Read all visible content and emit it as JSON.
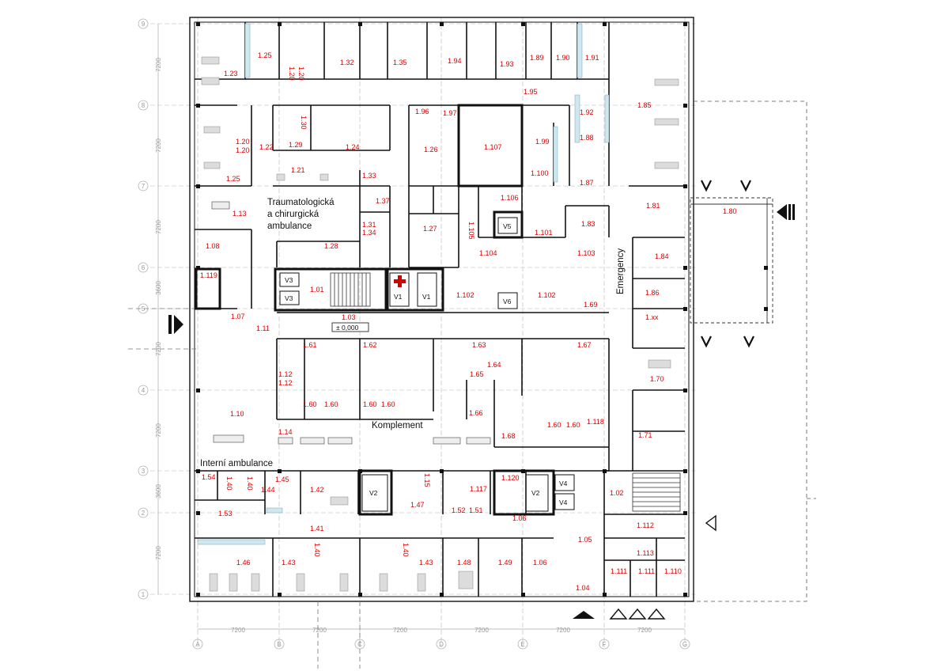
{
  "grid": {
    "rows": [
      "9",
      "8",
      "7",
      "6",
      "5",
      "4",
      "3",
      "2",
      "1"
    ],
    "cols": [
      "A",
      "B",
      "C",
      "D",
      "E",
      "F",
      "G"
    ],
    "row_dims": [
      "7200",
      "7200",
      "7200",
      "3600",
      "7200",
      "7200",
      "3600",
      "7200"
    ],
    "col_dims": [
      "7200",
      "7200",
      "7200",
      "7200",
      "7200",
      "7200"
    ]
  },
  "zones": {
    "trauma_1": "Traumatologická",
    "trauma_2": "a chirurgická",
    "trauma_3": "ambulance",
    "komplement": "Komplement",
    "interni": "Interní ambulance",
    "emergency": "Emergency"
  },
  "level_mark": "± 0,000",
  "rooms": [
    {
      "id": "r1",
      "label": "1.23"
    },
    {
      "id": "r2",
      "label": "1.25"
    },
    {
      "id": "r3",
      "label": "1.20"
    },
    {
      "id": "r4",
      "label": "1.20"
    },
    {
      "id": "r5",
      "label": "1.32"
    },
    {
      "id": "r6",
      "label": "1.35"
    },
    {
      "id": "r7",
      "label": "1.94"
    },
    {
      "id": "r8",
      "label": "1.93"
    },
    {
      "id": "r9",
      "label": "1.89"
    },
    {
      "id": "r10",
      "label": "1.90"
    },
    {
      "id": "r11",
      "label": "1.91"
    },
    {
      "id": "r12",
      "label": "1.95"
    },
    {
      "id": "r13",
      "label": "1.96"
    },
    {
      "id": "r14",
      "label": "1.97"
    },
    {
      "id": "r15",
      "label": "1.85"
    },
    {
      "id": "r16",
      "label": "1.92"
    },
    {
      "id": "r17",
      "label": "1.30"
    },
    {
      "id": "r18",
      "label": "1.20"
    },
    {
      "id": "r19",
      "label": "1.20"
    },
    {
      "id": "r20",
      "label": "1.22"
    },
    {
      "id": "r21",
      "label": "1.29"
    },
    {
      "id": "r22",
      "label": "1.24"
    },
    {
      "id": "r23",
      "label": "1.26"
    },
    {
      "id": "r24",
      "label": "1.107"
    },
    {
      "id": "r25",
      "label": "1.99"
    },
    {
      "id": "r26",
      "label": "1.88"
    },
    {
      "id": "r27",
      "label": "1.25"
    },
    {
      "id": "r28",
      "label": "1.21"
    },
    {
      "id": "r29",
      "label": "1.33"
    },
    {
      "id": "r30",
      "label": "1.100"
    },
    {
      "id": "r31",
      "label": "1.87"
    },
    {
      "id": "r32",
      "label": "1.13"
    },
    {
      "id": "r33",
      "label": "1.37"
    },
    {
      "id": "r34",
      "label": "1.106"
    },
    {
      "id": "r35",
      "label": "1.81"
    },
    {
      "id": "r36",
      "label": "1.80"
    },
    {
      "id": "r37",
      "label": "1.31"
    },
    {
      "id": "r38",
      "label": "1.34"
    },
    {
      "id": "r39",
      "label": "1.27"
    },
    {
      "id": "r40",
      "label": "1.105"
    },
    {
      "id": "r41",
      "label": "1.101"
    },
    {
      "id": "r42",
      "label": "1.83"
    },
    {
      "id": "r43",
      "label": "1.08"
    },
    {
      "id": "r44",
      "label": "1.28"
    },
    {
      "id": "r45",
      "label": "1.104"
    },
    {
      "id": "r46",
      "label": "1.103"
    },
    {
      "id": "r47",
      "label": "1.84"
    },
    {
      "id": "r48",
      "label": "1.119"
    },
    {
      "id": "r49",
      "label": "1.01"
    },
    {
      "id": "r50",
      "label": "1.102"
    },
    {
      "id": "r51",
      "label": "1.102"
    },
    {
      "id": "r52",
      "label": "1.86"
    },
    {
      "id": "r53",
      "label": "1.69"
    },
    {
      "id": "r54",
      "label": "1.07"
    },
    {
      "id": "r55",
      "label": "1.03"
    },
    {
      "id": "r56",
      "label": "1.xx"
    },
    {
      "id": "r57",
      "label": "1.11"
    },
    {
      "id": "r58",
      "label": "1.61"
    },
    {
      "id": "r59",
      "label": "1.62"
    },
    {
      "id": "r60",
      "label": "1.63"
    },
    {
      "id": "r61",
      "label": "1.67"
    },
    {
      "id": "r62",
      "label": "1.64"
    },
    {
      "id": "r63",
      "label": "1.12"
    },
    {
      "id": "r64",
      "label": "1.65"
    },
    {
      "id": "r65",
      "label": "1.12"
    },
    {
      "id": "r66",
      "label": "1.70"
    },
    {
      "id": "r67",
      "label": "1.60"
    },
    {
      "id": "r68",
      "label": "1.60"
    },
    {
      "id": "r69",
      "label": "1.60"
    },
    {
      "id": "r70",
      "label": "1.60"
    },
    {
      "id": "r71",
      "label": "1.66"
    },
    {
      "id": "r72",
      "label": "1.10"
    },
    {
      "id": "r73",
      "label": "1.60"
    },
    {
      "id": "r74",
      "label": "1.60"
    },
    {
      "id": "r75",
      "label": "1.118"
    },
    {
      "id": "r76",
      "label": "1.14"
    },
    {
      "id": "r77",
      "label": "1.68"
    },
    {
      "id": "r78",
      "label": "1.71"
    },
    {
      "id": "r79",
      "label": "1.54"
    },
    {
      "id": "r80",
      "label": "1.40"
    },
    {
      "id": "r81",
      "label": "1.40"
    },
    {
      "id": "r82",
      "label": "1.45"
    },
    {
      "id": "r83",
      "label": "1.15"
    },
    {
      "id": "r84",
      "label": "1.117"
    },
    {
      "id": "r85",
      "label": "1.120"
    },
    {
      "id": "r86",
      "label": "1.44"
    },
    {
      "id": "r87",
      "label": "1.42"
    },
    {
      "id": "r88",
      "label": "1.02"
    },
    {
      "id": "r89",
      "label": "1.47"
    },
    {
      "id": "r90",
      "label": "1.53"
    },
    {
      "id": "r91",
      "label": "1.52"
    },
    {
      "id": "r92",
      "label": "1.51"
    },
    {
      "id": "r93",
      "label": "1.06"
    },
    {
      "id": "r94",
      "label": "1.112"
    },
    {
      "id": "r95",
      "label": "1.41"
    },
    {
      "id": "r96",
      "label": "1.05"
    },
    {
      "id": "r97",
      "label": "1.40"
    },
    {
      "id": "r98",
      "label": "1.40"
    },
    {
      "id": "r99",
      "label": "1.113"
    },
    {
      "id": "r100",
      "label": "1.46"
    },
    {
      "id": "r101",
      "label": "1.43"
    },
    {
      "id": "r102",
      "label": "1.43"
    },
    {
      "id": "r103",
      "label": "1.48"
    },
    {
      "id": "r104",
      "label": "1.49"
    },
    {
      "id": "r105",
      "label": "1.06"
    },
    {
      "id": "r106",
      "label": "1.111"
    },
    {
      "id": "r107",
      "label": "1.111"
    },
    {
      "id": "r108",
      "label": "1.110"
    },
    {
      "id": "r109",
      "label": "1.04"
    }
  ],
  "lifts": [
    {
      "id": "l1",
      "label": "V3"
    },
    {
      "id": "l2",
      "label": "V3"
    },
    {
      "id": "l3",
      "label": "V1"
    },
    {
      "id": "l4",
      "label": "V1"
    },
    {
      "id": "l5",
      "label": "V5"
    },
    {
      "id": "l6",
      "label": "V6"
    },
    {
      "id": "l7",
      "label": "V2"
    },
    {
      "id": "l8",
      "label": "V2"
    },
    {
      "id": "l9",
      "label": "V4"
    },
    {
      "id": "l10",
      "label": "V4"
    }
  ]
}
